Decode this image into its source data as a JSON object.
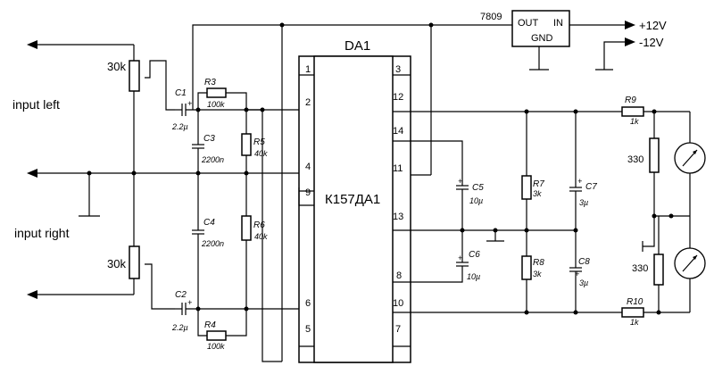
{
  "inputs": {
    "left": "input left",
    "right": "input right"
  },
  "pots": {
    "upper": "30k",
    "lower": "30k"
  },
  "ic": {
    "name": "DA1",
    "part": "К157ДА1",
    "pins": [
      "1",
      "2",
      "4",
      "9",
      "6",
      "5",
      "3",
      "12",
      "14",
      "11",
      "13",
      "8",
      "10",
      "7"
    ]
  },
  "regulator": {
    "part": "7809",
    "out": "OUT",
    "in": "IN",
    "gnd": "GND"
  },
  "supply": {
    "pos": "+12V",
    "neg": "-12V"
  },
  "components": {
    "C1": {
      "ref": "C1",
      "value": "2.2µ",
      "polarity": "+"
    },
    "C2": {
      "ref": "C2",
      "value": "2.2µ",
      "polarity": "+"
    },
    "C3": {
      "ref": "C3",
      "value": "2200n"
    },
    "C4": {
      "ref": "C4",
      "value": "2200n"
    },
    "C5": {
      "ref": "C5",
      "value": "10µ",
      "polarity": "+"
    },
    "C6": {
      "ref": "C6",
      "value": "10µ",
      "polarity": "+"
    },
    "C7": {
      "ref": "C7",
      "value": "3µ",
      "polarity": "+"
    },
    "C8": {
      "ref": "C8",
      "value": "3µ",
      "polarity": "+"
    },
    "R3": {
      "ref": "R3",
      "value": "100k"
    },
    "R4": {
      "ref": "R4",
      "value": "100k"
    },
    "R5": {
      "ref": "R5",
      "value": "40k"
    },
    "R6": {
      "ref": "R6",
      "value": "40k"
    },
    "R7": {
      "ref": "R7",
      "value": "3k"
    },
    "R8": {
      "ref": "R8",
      "value": "3k"
    },
    "R9": {
      "ref": "R9",
      "value": "1k"
    },
    "R10": {
      "ref": "R10",
      "value": "1k"
    },
    "Rm1": {
      "value": "330"
    },
    "Rm2": {
      "value": "330"
    }
  }
}
